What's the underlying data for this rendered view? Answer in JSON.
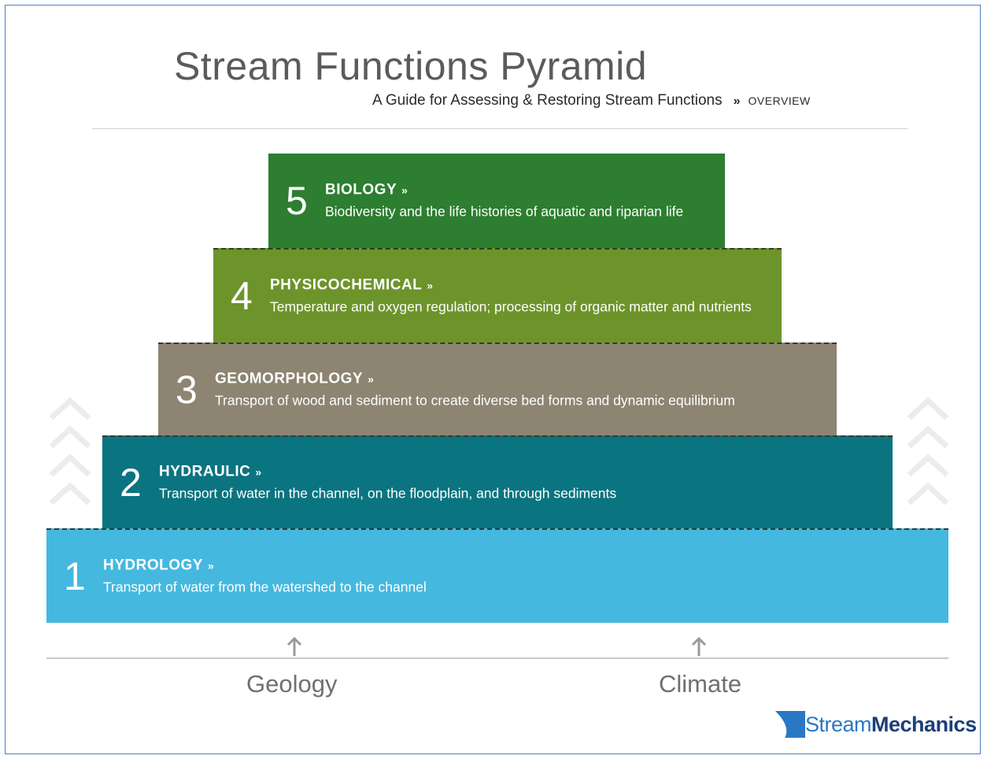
{
  "header": {
    "title": "Stream Functions Pyramid",
    "subtitle": "A Guide for Assessing & Restoring Stream Functions",
    "separator": "»",
    "section": "OVERVIEW"
  },
  "tiers": [
    {
      "number": "5",
      "name": "BIOLOGY",
      "arrow": "»",
      "description": "Biodiversity and the life histories of aquatic and riparian life",
      "color": "#2d7e30"
    },
    {
      "number": "4",
      "name": "PHYSICOCHEMICAL",
      "arrow": "»",
      "description": "Temperature and oxygen regulation; processing of organic matter and nutrients",
      "color": "#6d932b"
    },
    {
      "number": "3",
      "name": "GEOMORPHOLOGY",
      "arrow": "»",
      "description": "Transport of wood and sediment to create diverse bed forms and dynamic equilibrium",
      "color": "#8d8471"
    },
    {
      "number": "2",
      "name": "HYDRAULIC",
      "arrow": "»",
      "description": "Transport of water in the channel, on the floodplain, and through sediments",
      "color": "#0a7480"
    },
    {
      "number": "1",
      "name": "HYDROLOGY",
      "arrow": "»",
      "description": "Transport of water from the watershed to the channel",
      "color": "#45b8df"
    }
  ],
  "foundation": {
    "left": "Geology",
    "right": "Climate"
  },
  "logo": {
    "part1": "Stream",
    "part2": "Mechanics",
    "icon": "stream-mechanics-logo-mark",
    "color_primary": "#2a78c4",
    "color_dark": "#1c3f78"
  }
}
